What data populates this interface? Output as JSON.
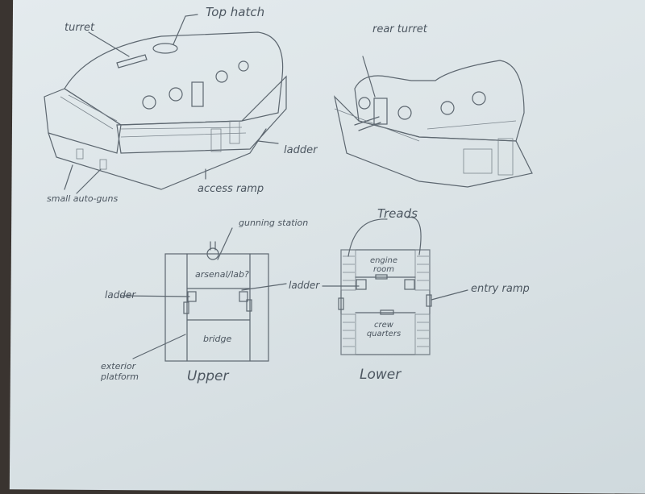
{
  "front_view": {
    "labels": {
      "turret": "turret",
      "top_hatch": "Top hatch",
      "ladder": "ladder",
      "access_ramp": "access ramp",
      "auto_guns": "small auto-guns"
    }
  },
  "rear_view": {
    "labels": {
      "rear_turret": "rear turret"
    }
  },
  "upper_plan": {
    "title": "Upper",
    "labels": {
      "gunning_station": "gunning station",
      "arsenal": "arsenal/lab?",
      "ladder_left": "ladder",
      "ladder_right": "ladder",
      "bridge": "bridge",
      "exterior_platform": "exterior platform"
    }
  },
  "lower_plan": {
    "title": "Lower",
    "labels": {
      "treads": "Treads",
      "engine_room": "engine room",
      "entry_ramp": "entry ramp",
      "crew_quarters": "crew quarters"
    }
  }
}
